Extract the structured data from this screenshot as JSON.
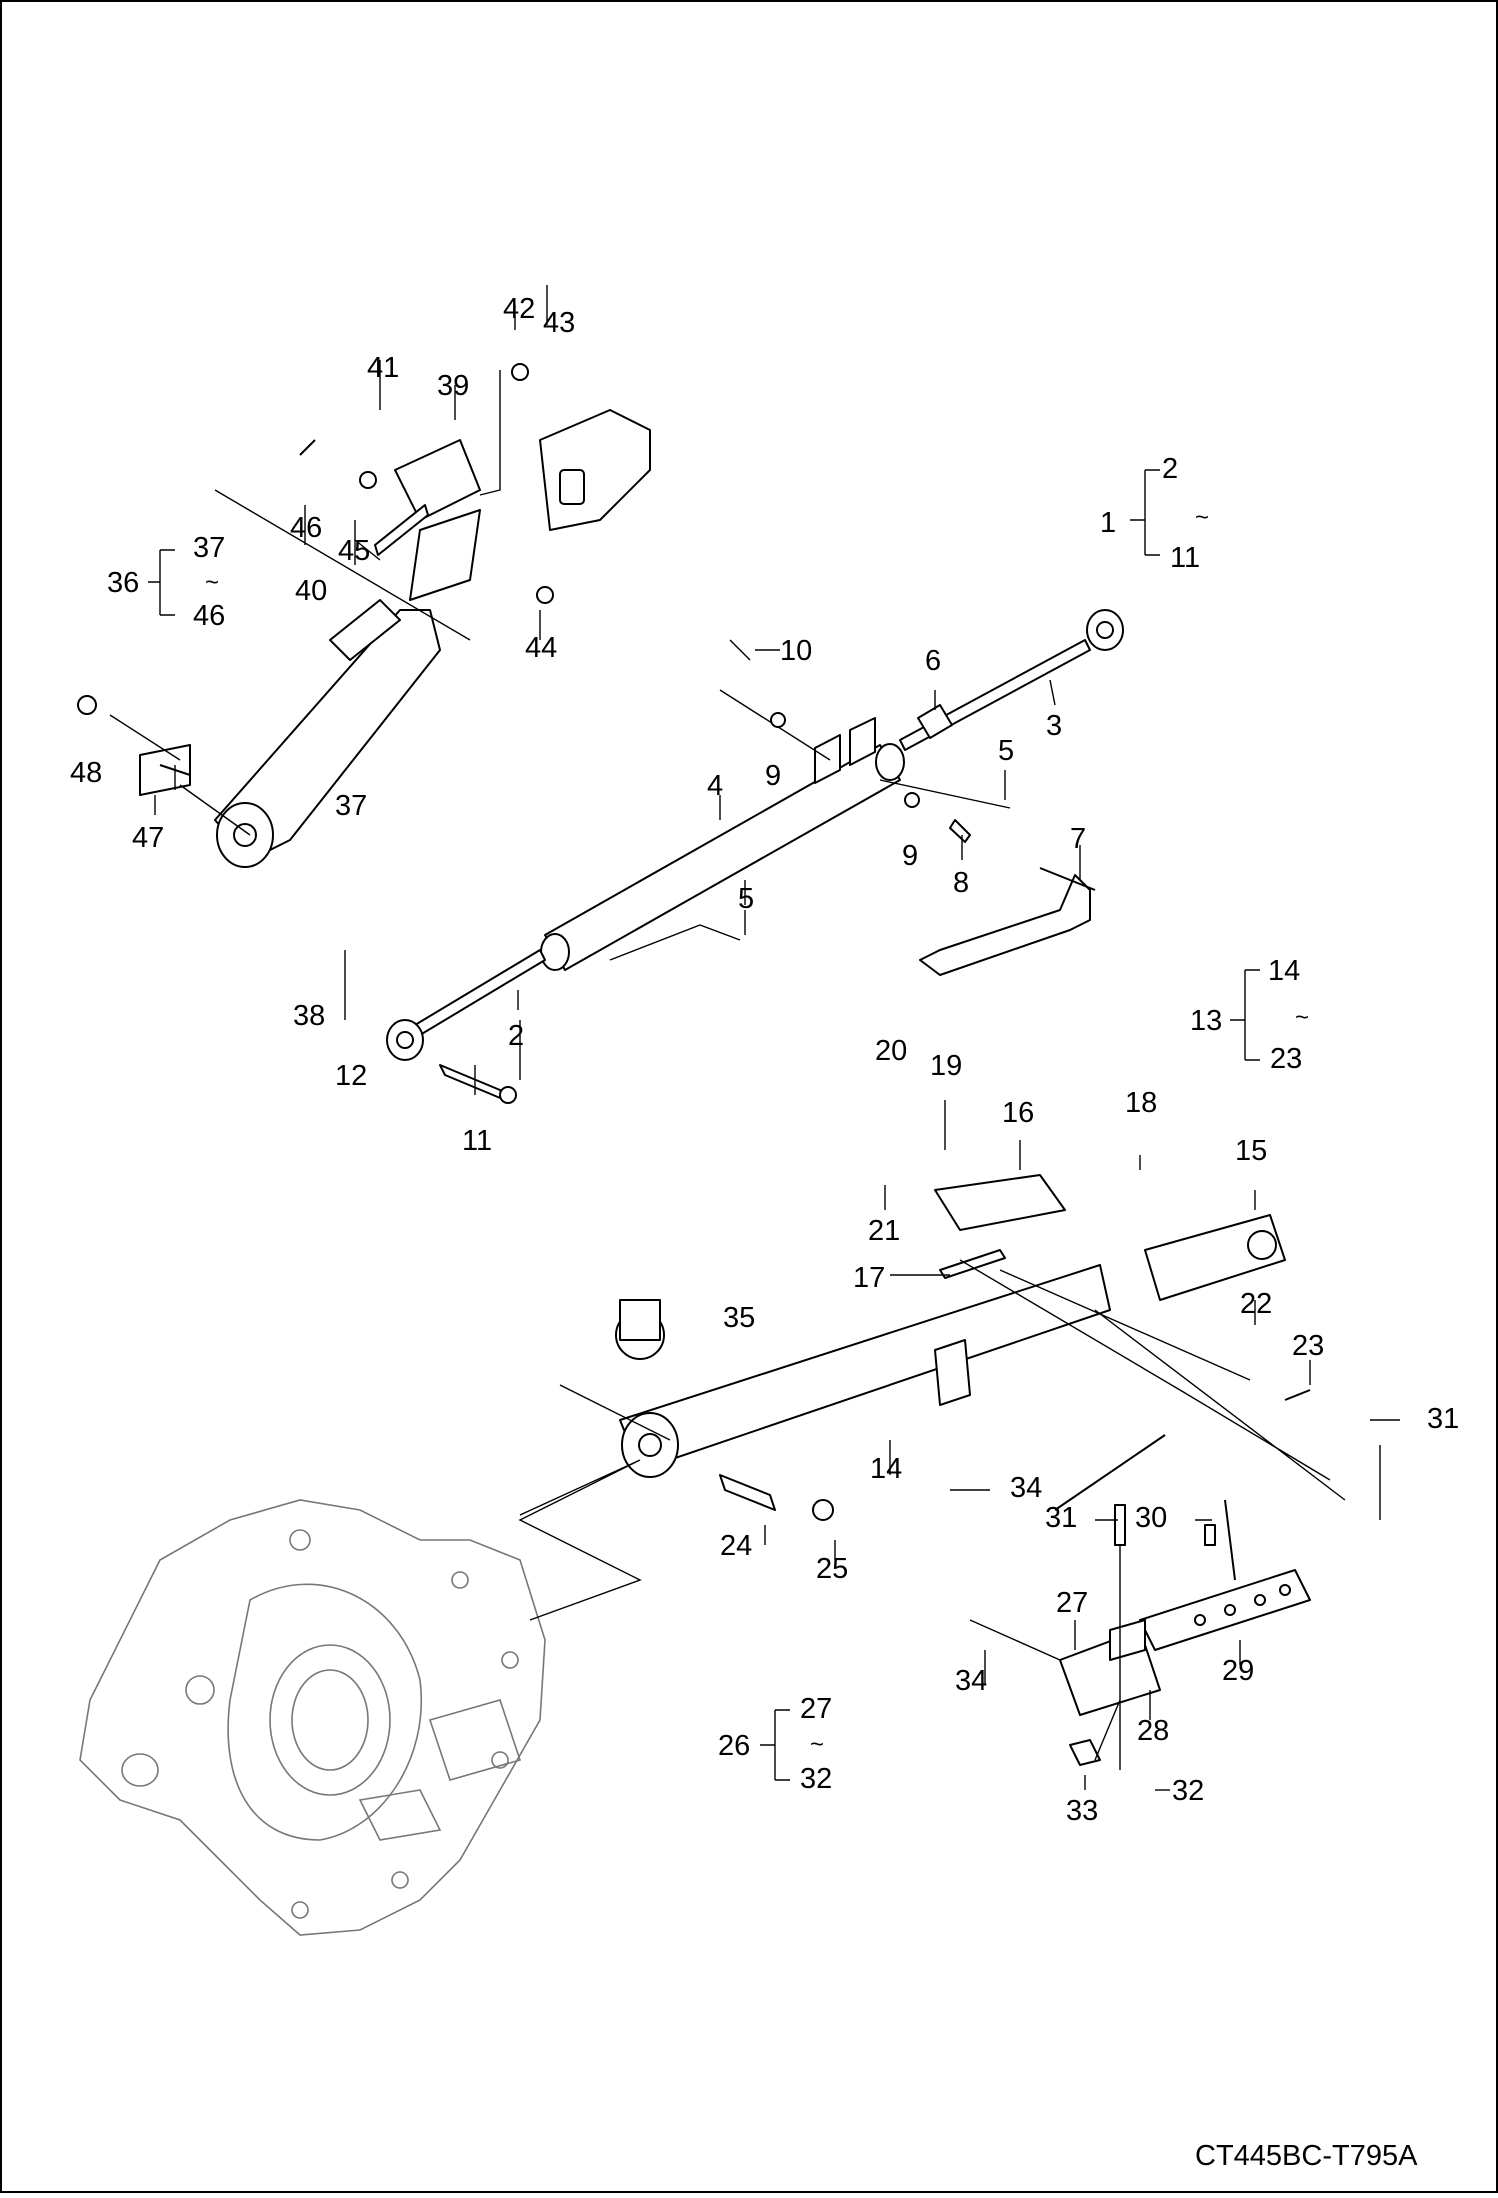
{
  "drawing_code": "CT445BC-T795A",
  "callouts": [
    "1",
    "2",
    "3",
    "4",
    "5",
    "6",
    "7",
    "8",
    "9",
    "10",
    "11",
    "12",
    "13",
    "14",
    "15",
    "16",
    "17",
    "18",
    "19",
    "20",
    "21",
    "22",
    "23",
    "24",
    "25",
    "26",
    "27",
    "28",
    "29",
    "30",
    "31",
    "32",
    "33",
    "34",
    "35",
    "36",
    "37",
    "38",
    "39",
    "40",
    "41",
    "42",
    "43",
    "44",
    "45",
    "46",
    "47",
    "48"
  ],
  "range_tilde": "~",
  "groups": [
    {
      "parent": "1",
      "from": "2",
      "to": "11"
    },
    {
      "parent": "13",
      "from": "14",
      "to": "23"
    },
    {
      "parent": "36",
      "from": "37",
      "to": "46"
    },
    {
      "parent": "26",
      "from": "27",
      "to": "32"
    }
  ]
}
